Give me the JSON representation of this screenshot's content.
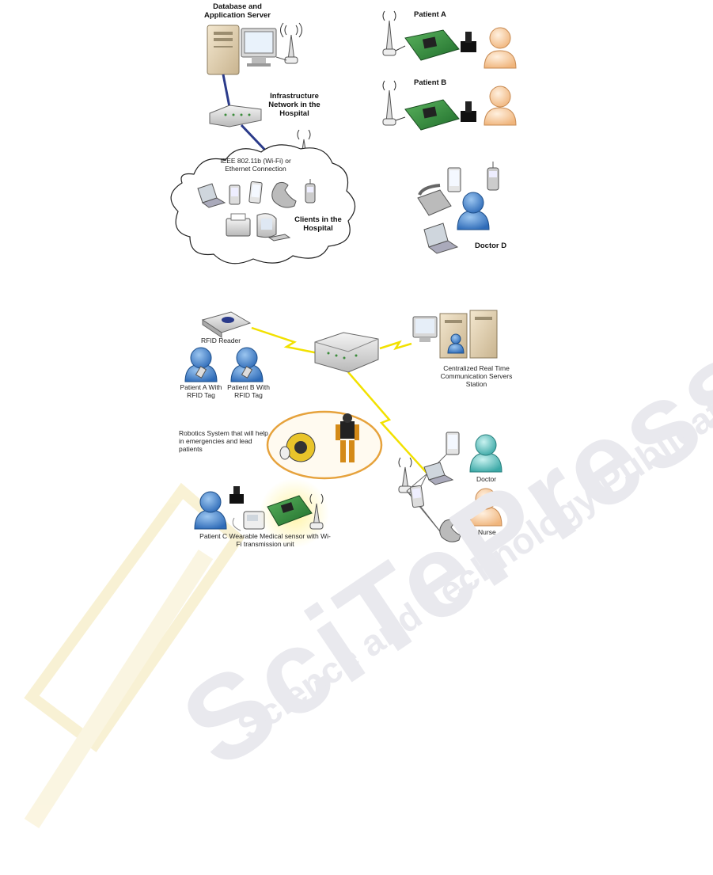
{
  "figure_top": {
    "db_server_title": "Database and Application Server",
    "infrastructure_network": "Infrastructure Network in the Hospital",
    "wifi_connection": "IEEE 802.11b (Wi-Fi) or Ethernet Connection",
    "clients_in_hospital": "Clients in the Hospital",
    "patient_a": "Patient A",
    "patient_b": "Patient B",
    "doctor_d": "Doctor D"
  },
  "figure_bottom": {
    "rfid_reader": "RFID Reader",
    "patient_a_tag": "Patient A With RFID Tag",
    "patient_b_tag": "Patient B With RFID Tag",
    "servers_station": "Centralized Real Time Communication Servers Station",
    "robotics_system": "Robotics System that will help in emergencies and lead patients",
    "patient_c": "Patient C Wearable Medical sensor with Wi-Fi transmission unit",
    "doctor": "Doctor",
    "nurse": "Nurse"
  },
  "watermark": {
    "logo": "SciTePress",
    "tagline": "Science and Technology Publications"
  },
  "colors": {
    "person_blue": "#3a78c2",
    "person_peach": "#f6c89a",
    "board_green": "#2f8a3a",
    "lightning": "#f2e100",
    "robot_ring": "#e6a23c"
  }
}
